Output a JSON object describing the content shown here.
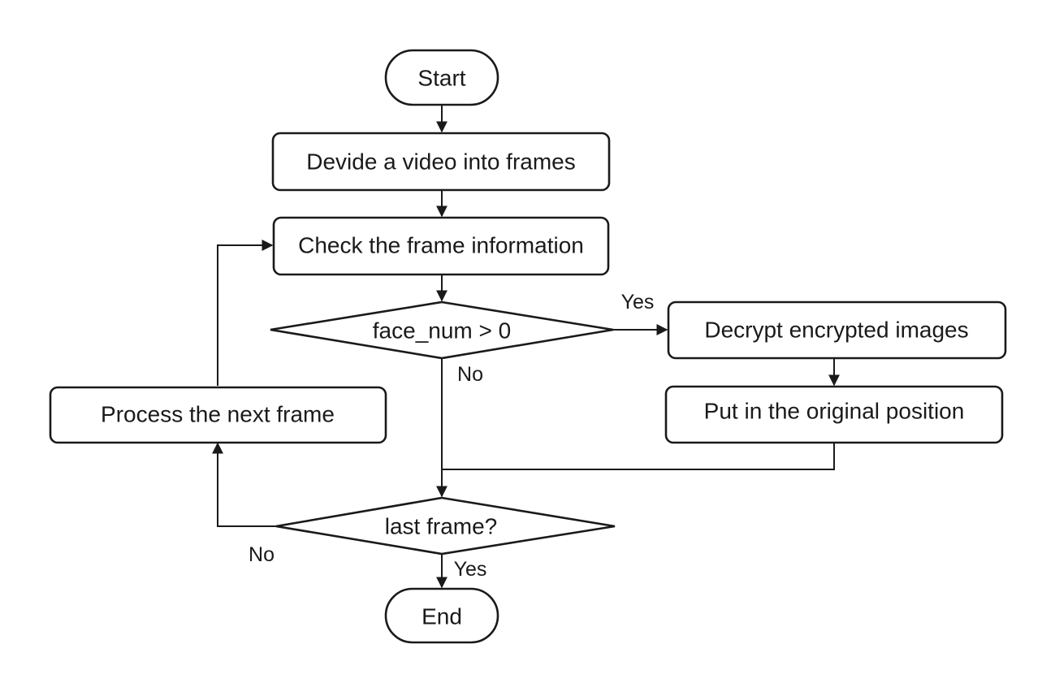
{
  "nodes": {
    "start": "Start",
    "divide": "Devide a video into frames",
    "check": "Check the frame information",
    "decision_face": "face_num > 0",
    "decrypt": "Decrypt encrypted images",
    "put_back": "Put in the original position",
    "next_frame": "Process the next frame",
    "decision_last": "last frame?",
    "end": "End"
  },
  "edge_labels": {
    "face_yes": "Yes",
    "face_no": "No",
    "last_no": "No",
    "last_yes": "Yes"
  }
}
